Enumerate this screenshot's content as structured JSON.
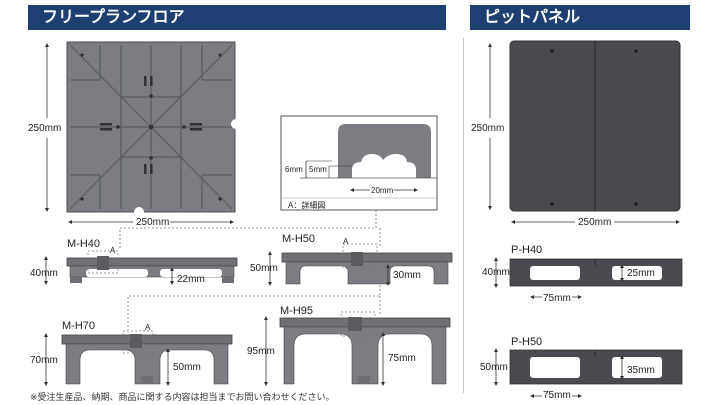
{
  "headers": {
    "free_plan_floor": "フリープランフロア",
    "pit_panel": "ピットパネル"
  },
  "free_plan": {
    "height_dim": "250mm",
    "width_dim": "250mm",
    "detail": {
      "dim_6mm": "6mm",
      "dim_5mm": "5mm",
      "dim_20mm": "20mm",
      "caption": "A：詳細図"
    },
    "models": [
      {
        "name": "M-H40",
        "height": "40mm",
        "leg": "22mm",
        "marker": "A"
      },
      {
        "name": "M-H50",
        "height": "50mm",
        "leg": "30mm",
        "marker": "A"
      },
      {
        "name": "M-H70",
        "height": "70mm",
        "leg": "50mm",
        "marker": "A"
      },
      {
        "name": "M-H95",
        "height": "95mm",
        "leg": "75mm",
        "marker": ""
      }
    ]
  },
  "pit_panel": {
    "height_dim": "250mm",
    "width_dim": "250mm",
    "models": [
      {
        "name": "P-H40",
        "height": "40mm",
        "leg": "25mm",
        "gap": "75mm"
      },
      {
        "name": "P-H50",
        "height": "50mm",
        "leg": "35mm",
        "gap": "75mm"
      }
    ]
  },
  "footnote": "※受注生産品、納期、商品に関する内容は担当までお問い合わせください。"
}
